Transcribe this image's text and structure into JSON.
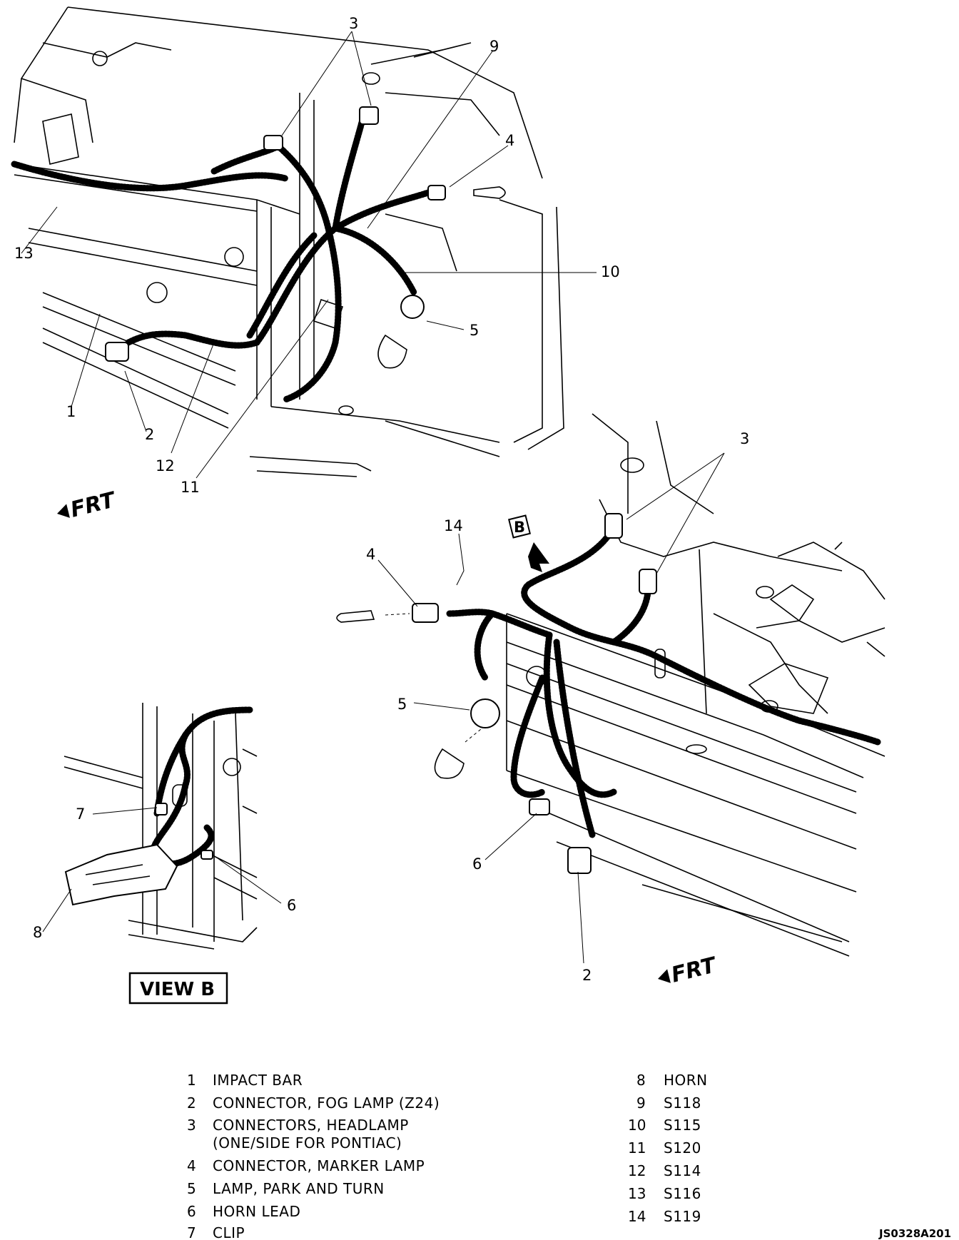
{
  "callouts": {
    "top": {
      "c1": "1",
      "c2": "2",
      "c3": "3",
      "c4": "4",
      "c5": "5",
      "c9": "9",
      "c10": "10",
      "c11": "11",
      "c12": "12",
      "c13": "13"
    },
    "right": {
      "c2": "2",
      "c3": "3",
      "c4": "4",
      "c5": "5",
      "c6": "6",
      "c14": "14",
      "b": "B"
    },
    "viewb": {
      "c6": "6",
      "c7": "7",
      "c8": "8"
    }
  },
  "frt_label": "FRT",
  "view_b_label": "VIEW B",
  "legend": [
    {
      "num": "1",
      "text": "IMPACT BAR"
    },
    {
      "num": "2",
      "text": "CONNECTOR, FOG LAMP (Z24)"
    },
    {
      "num": "3",
      "text": "CONNECTORS, HEADLAMP"
    },
    {
      "num": "",
      "text": "(ONE/SIDE FOR PONTIAC)"
    },
    {
      "num": "4",
      "text": "CONNECTOR, MARKER LAMP"
    },
    {
      "num": "5",
      "text": "LAMP, PARK AND TURN"
    },
    {
      "num": "6",
      "text": "HORN LEAD"
    },
    {
      "num": "7",
      "text": "CLIP"
    },
    {
      "num": "8",
      "text": "HORN"
    },
    {
      "num": "9",
      "text": "S118"
    },
    {
      "num": "10",
      "text": "S115"
    },
    {
      "num": "11",
      "text": "S120"
    },
    {
      "num": "12",
      "text": "S114"
    },
    {
      "num": "13",
      "text": "S116"
    },
    {
      "num": "14",
      "text": "S119"
    }
  ],
  "figure_code": "JS0328A201"
}
